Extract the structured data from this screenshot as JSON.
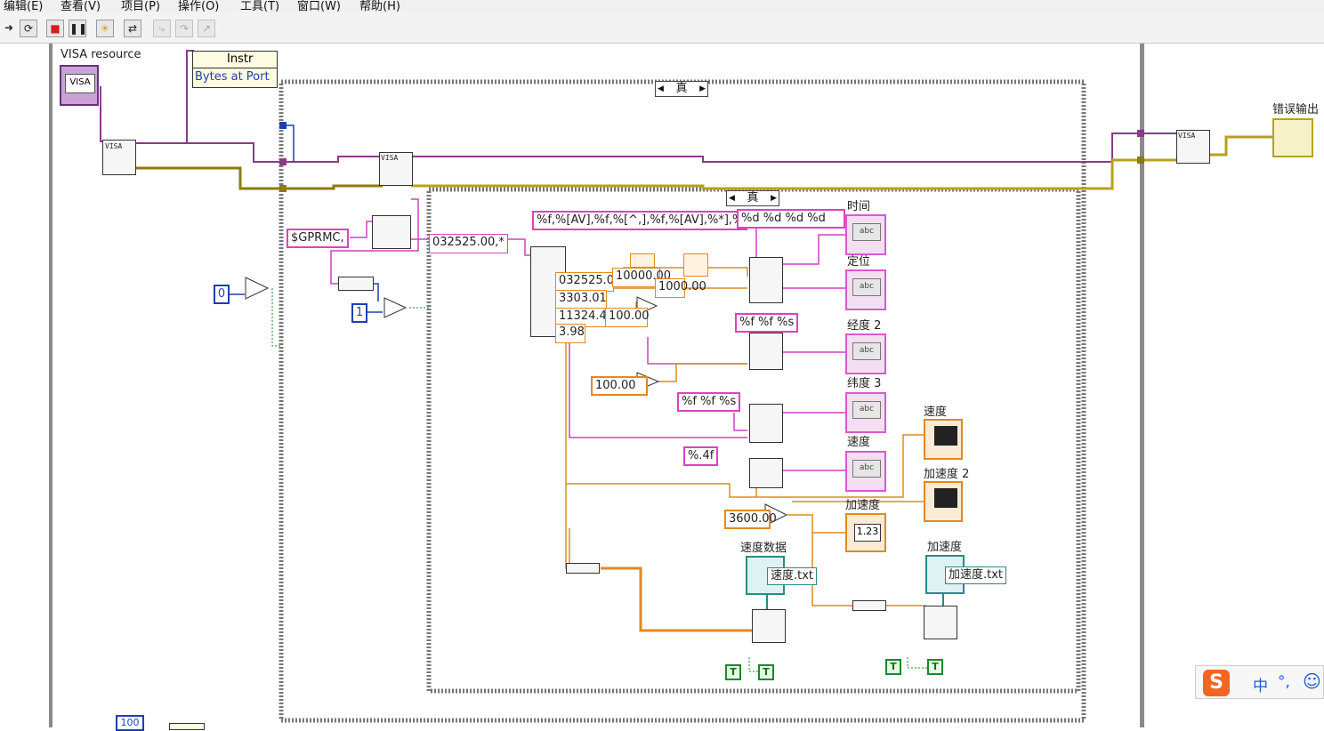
{
  "menus": [
    "编辑(E)",
    "查看(V)",
    "项目(P)",
    "操作(O)",
    "工具(T)",
    "窗口(W)",
    "帮助(H)"
  ],
  "toolbar": {
    "run": "➜",
    "run_continuously": "⟳",
    "abort": "■",
    "pause": "❚❚",
    "highlight": "☀",
    "retain_wires": "⇄",
    "step_into": "⤷",
    "step_over": "↷",
    "step_out": "↗"
  },
  "diagram": {
    "visa_resource_label": "VISA resource",
    "visa_control_text": "VISA",
    "property_node": {
      "class": "Instr",
      "property": "Bytes at Port"
    },
    "case_outer_selector": "真",
    "case_inner_selector": "真",
    "string_consts": {
      "gprmc": "$GPRMC,",
      "search_result": "032525.00,*",
      "format_scan": "%f,%[AV],%f,%[^,],%f,%[AV],%*],%",
      "format_time": "%d %d %d %d",
      "format_lon": "%f %f %s",
      "format_lat": "%f %f %s",
      "format_speed": "%.4f"
    },
    "scan_outputs": [
      "032525.00",
      "3303.01",
      "11324.42",
      "3.98"
    ],
    "numeric_consts": {
      "n10000": "10000.00",
      "n100": "100.00",
      "n1_100": "1000.00",
      "n100b": "100.00",
      "n3600": "3600.00",
      "n100_bottom": "100"
    },
    "int_consts": {
      "zero": "0",
      "one": "1"
    },
    "indicators": [
      "时间",
      "定位",
      "经度 2",
      "纬度 3",
      "速度"
    ],
    "indicator_text": "abc",
    "charts": [
      "速度",
      "加速度 2"
    ],
    "numeric_indicator": {
      "label": "加速度",
      "value": "1.23"
    },
    "paths": [
      {
        "label": "速度数据",
        "file": "速度.txt"
      },
      {
        "label": "加速度",
        "file": "加速度.txt"
      }
    ],
    "error_out_label": "错误输出",
    "bool_true": "T"
  },
  "ime": {
    "lang": "中",
    "punct": "°,",
    "emoji": "☺",
    "logo": "S"
  }
}
